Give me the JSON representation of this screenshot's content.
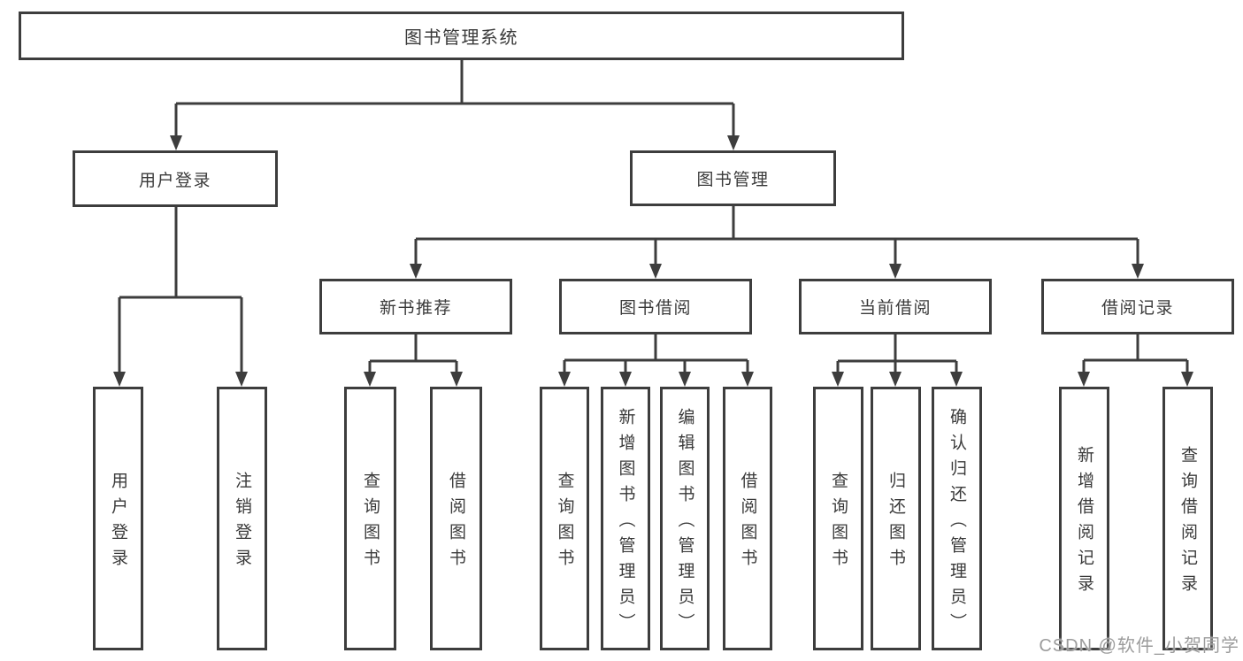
{
  "tree": {
    "label": "图书管理系统",
    "children": [
      {
        "label": "用户登录",
        "children": [
          {
            "label": "用户登录"
          },
          {
            "label": "注销登录"
          }
        ]
      },
      {
        "label": "图书管理",
        "children": [
          {
            "label": "新书推荐",
            "children": [
              {
                "label": "查询图书"
              },
              {
                "label": "借阅图书"
              }
            ]
          },
          {
            "label": "图书借阅",
            "children": [
              {
                "label": "查询图书"
              },
              {
                "label": "新增图书（管理员）"
              },
              {
                "label": "编辑图书（管理员）"
              },
              {
                "label": "借阅图书"
              }
            ]
          },
          {
            "label": "当前借阅",
            "children": [
              {
                "label": "查询图书"
              },
              {
                "label": "归还图书"
              },
              {
                "label": "确认归还（管理员）"
              }
            ]
          },
          {
            "label": "借阅记录",
            "children": [
              {
                "label": "新增借阅记录"
              },
              {
                "label": "查询借阅记录"
              }
            ]
          }
        ]
      }
    ]
  },
  "watermark": "CSDN @软件_小贺同学",
  "colors": {
    "line": "#3d3d3d",
    "text": "#3a3a3a",
    "watermark": "#9c9c9c",
    "background": "#ffffff"
  }
}
